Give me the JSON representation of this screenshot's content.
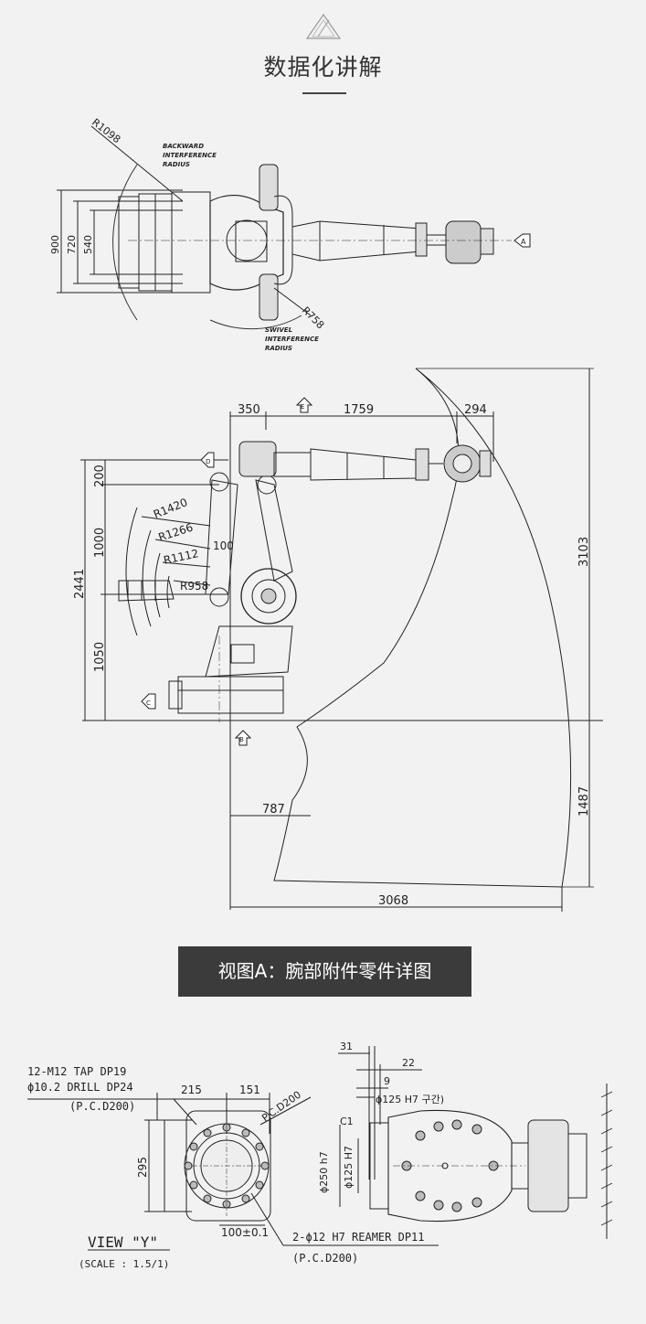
{
  "header": {
    "title": "数据化讲解"
  },
  "top_view": {
    "r_backward": "R1098",
    "backward_note": [
      "BACKWARD",
      "INTERFERENCE",
      "RADIUS"
    ],
    "r_swivel": "R758",
    "swivel_note": [
      "SWIVEL",
      "INTERFERENCE",
      "RADIUS"
    ],
    "dim_900": "900",
    "dim_720": "720",
    "dim_540": "540",
    "view_a": "A"
  },
  "side_view": {
    "dim_350": "350",
    "dim_1759": "1759",
    "dim_294": "294",
    "dim_200": "200",
    "dim_1000": "1000",
    "dim_2441": "2441",
    "dim_1050": "1050",
    "dim_100": "100",
    "dim_3103": "3103",
    "dim_1487": "1487",
    "dim_787": "787",
    "dim_3068": "3068",
    "r_1420": "R1420",
    "r_1266": "R1266",
    "r_1112": "R1112",
    "r_958": "R958",
    "view_e": "E",
    "view_d": "D",
    "view_c": "C",
    "view_b": "B"
  },
  "banner": {
    "text": "视图A：腕部附件零件详图"
  },
  "detail_y": {
    "tap_note": "12-M12 TAP DP19",
    "drill_note": "ϕ10.2 DRILL DP24",
    "pcd_note1": "(P.C.D200)",
    "dim_215": "215",
    "dim_151": "151",
    "dim_295": "295",
    "dim_100": "100±0.1",
    "pcd_label": "P.C.D200",
    "reamer_note": "2-ϕ12 H7 REAMER DP11",
    "pcd_note2": "(P.C.D200)",
    "view_label": "VIEW \"Y\"",
    "scale_label": "(SCALE : 1.5/1)"
  },
  "detail_side": {
    "dim_31": "31",
    "dim_22": "22",
    "dim_9": "9",
    "bore_note": "ϕ125 H7 구간)",
    "chamfer": "C1",
    "dim_250": "ϕ250 h7",
    "dim_125": "ϕ125 H7"
  }
}
